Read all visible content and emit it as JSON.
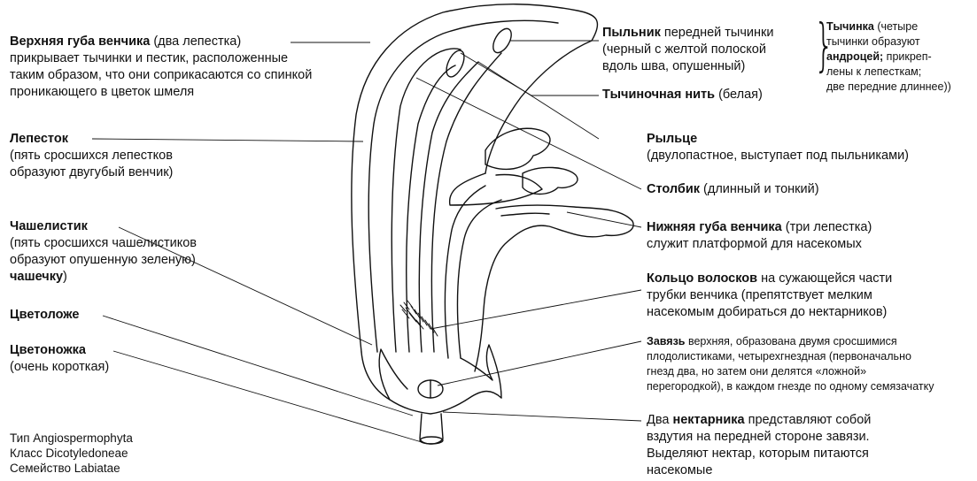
{
  "labels": {
    "upper_lip": {
      "bold": "Верхняя губа венчика",
      "rest": " (два лепестка)",
      "l2": "прикрывает тычинки и пестик, расположенные",
      "l3": "таким образом, что они соприкасаются со спинкой",
      "l4": "проникающего в цветок шмеля"
    },
    "petal": {
      "bold": "Лепесток",
      "l2": "(пять сросшихся лепестков",
      "l3": "образуют двугубый венчик)"
    },
    "sepal": {
      "bold": "Чашелистик",
      "l2": "(пять сросшихся чашелистиков",
      "l3": "образуют опушенную зеленую)",
      "l4": "чашечку",
      "l4_end": ")"
    },
    "receptacle": {
      "bold": "Цветоложе"
    },
    "pedicel": {
      "bold": "Цветоножка",
      "l2": "(очень короткая)"
    },
    "anther": {
      "bold": "Пыльник",
      "rest": " передней тычинки",
      "l2": "(черный с желтой полоской",
      "l3": "вдоль шва, опушенный)"
    },
    "filament": {
      "bold": "Тычиночная нить",
      "rest": " (белая)"
    },
    "stamen": {
      "bold": "Тычинка",
      "rest": " (четыре",
      "l2": "тычинки образуют",
      "l3": "андроцей;",
      "l3_rest": " прикреп-",
      "l4": "лены к лепесткам;",
      "l5": "две передние длиннее))"
    },
    "stigma": {
      "bold": "Рыльце",
      "l2": "(двулопастное, выступает под пыльниками)"
    },
    "style": {
      "bold": "Столбик",
      "rest": " (длинный и тонкий)"
    },
    "lower_lip": {
      "bold": "Нижняя губа венчика",
      "rest": " (три лепестка)",
      "l2": "служит платформой для насекомых"
    },
    "hair_ring": {
      "bold": "Кольцо волосков",
      "rest": " на сужающейся части",
      "l2": "трубки венчика (препятствует мелким",
      "l3": "насекомым добираться до нектарников)"
    },
    "ovary": {
      "bold": "Завязь",
      "rest": " верхняя, образована двумя сросшимися",
      "l2": "плодолистиками, четырехгнездная (первоначально",
      "l3": "гнезд два, но затем они делятся «ложной»",
      "l4": "перегородкой), в каждом гнезде по одному семязачатку"
    },
    "nectary": {
      "pre": "Два ",
      "bold": "нектарника",
      "rest": " представляют собой",
      "l2": "вздутия на передней стороне завязи.",
      "l3": "Выделяют нектар, которым питаются",
      "l4": "насекомые"
    }
  },
  "taxonomy": {
    "l1": "Тип Angiospermophyta",
    "l2": "Класс Dicotyledoneae",
    "l3": "Семейство Labiatae"
  }
}
